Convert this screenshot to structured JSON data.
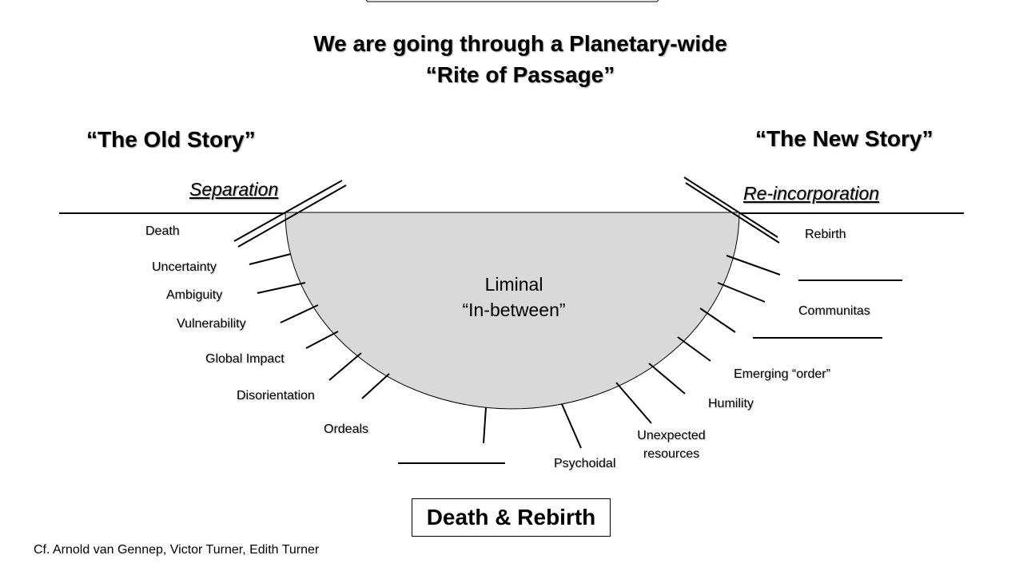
{
  "title": {
    "line1": "We are going through a Planetary-wide",
    "line2": "“Rite of Passage”"
  },
  "old_story": "“The Old Story”",
  "new_story": "“The New Story”",
  "separation": "Separation",
  "reincorporation": "Re-incorporation",
  "liminal": {
    "line1": "Liminal",
    "line2": "“In-between”"
  },
  "left_labels": [
    "Death",
    "Uncertainty",
    "Ambiguity",
    "Vulnerability",
    "Global Impact",
    "Disorientation",
    "Ordeals"
  ],
  "right_labels": {
    "rebirth": "Rebirth",
    "communitas": "Communitas",
    "emerging_order": "Emerging “order”",
    "humility": "Humility",
    "unexpected_line1": "Unexpected",
    "unexpected_line2": "resources",
    "psychoidal": "Psychoidal"
  },
  "center_box": "Death & Rebirth",
  "citation": "Cf. Arnold van Gennep, Victor Turner, Edith Turner",
  "colors": {
    "bowl_fill": "#d9d9d9",
    "line": "#000000"
  }
}
